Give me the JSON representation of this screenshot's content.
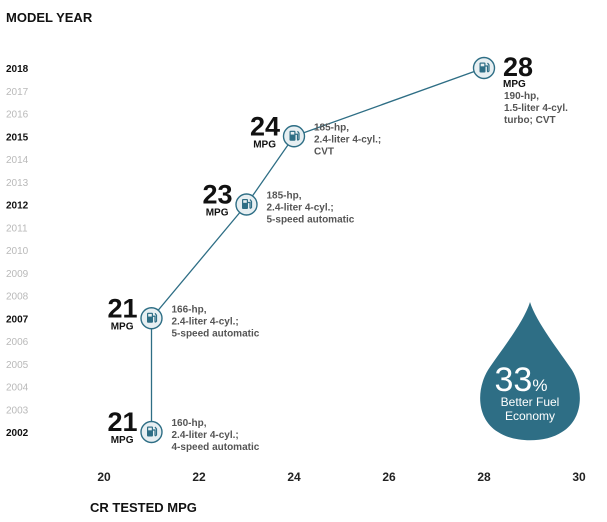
{
  "chart_data": {
    "type": "line",
    "orientation": "horizontal-value-axis",
    "ylabel": "MODEL YEAR",
    "xlabel": "CR TESTED MPG",
    "xlim": [
      20,
      30
    ],
    "x_ticks": [
      20,
      22,
      24,
      26,
      28,
      30
    ],
    "years": [
      2018,
      2017,
      2016,
      2015,
      2014,
      2013,
      2012,
      2011,
      2010,
      2009,
      2008,
      2007,
      2006,
      2005,
      2004,
      2003,
      2002
    ],
    "highlighted_years": [
      2018,
      2015,
      2012,
      2007,
      2002
    ],
    "grid": false,
    "points": [
      {
        "year": 2002,
        "mpg": 21,
        "mpg_label": "21",
        "unit": "MPG",
        "engine": [
          "160-hp,",
          "2.4-liter 4-cyl.;",
          "4-speed automatic"
        ]
      },
      {
        "year": 2007,
        "mpg": 21,
        "mpg_label": "21",
        "unit": "MPG",
        "engine": [
          "166-hp,",
          "2.4-liter 4-cyl.;",
          "5-speed automatic"
        ]
      },
      {
        "year": 2012,
        "mpg": 23,
        "mpg_label": "23",
        "unit": "MPG",
        "engine": [
          "185-hp,",
          "2.4-liter 4-cyl.;",
          "5-speed automatic"
        ]
      },
      {
        "year": 2015,
        "mpg": 24,
        "mpg_label": "24",
        "unit": "MPG",
        "engine": [
          "185-hp,",
          "2.4-liter 4-cyl.;",
          "CVT"
        ]
      },
      {
        "year": 2018,
        "mpg": 28,
        "mpg_label": "28",
        "unit": "MPG",
        "engine": [
          "190-hp,",
          "1.5-liter 4-cyl.",
          "turbo; CVT"
        ]
      }
    ],
    "callout": {
      "value": "33",
      "percent_sign": "%",
      "lines": [
        "Better Fuel",
        "Economy"
      ]
    },
    "colors": {
      "line": "#2e6e85",
      "marker_fill": "#e7eff2",
      "marker_stroke": "#2e6e85",
      "drop": "#2e6e85",
      "text": "#111111",
      "engine_text": "#555555",
      "faint_year": "#b9b9b9"
    },
    "marker_icon": "fuel-pump-icon"
  }
}
